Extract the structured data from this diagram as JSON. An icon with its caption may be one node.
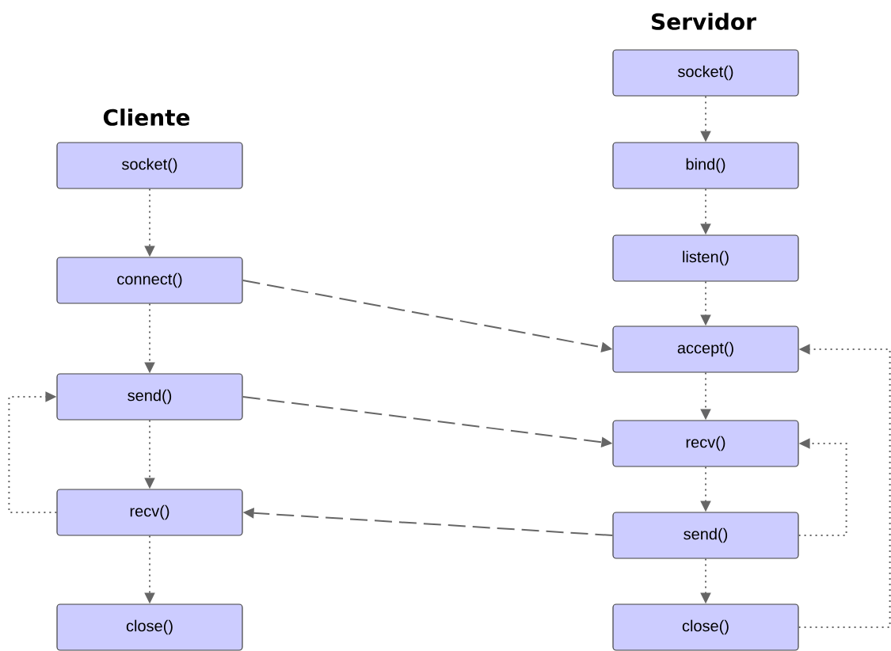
{
  "diagram": {
    "nodes": [
      {
        "text": [
          "socket()"
        ]
      },
      {
        "text": [
          "connect()"
        ]
      },
      {
        "text": [
          "send()"
        ]
      },
      {
        "text": [
          "recv()"
        ]
      },
      {
        "text": [
          "close()"
        ]
      },
      {
        "text": [
          "socket()"
        ]
      },
      {
        "text": [
          "bind()"
        ]
      },
      {
        "text": [
          "listen()"
        ]
      },
      {
        "text": [
          "accept()"
        ]
      },
      {
        "text": [
          "recv()"
        ]
      },
      {
        "text": [
          "send()"
        ]
      },
      {
        "text": [
          "close()"
        ]
      }
    ],
    "edges": [
      {
        "from": 0,
        "to": 1,
        "arrow": "to"
      },
      {
        "from": 1,
        "to": 2,
        "arrow": "to"
      },
      {
        "from": 2,
        "to": 3,
        "arrow": "to"
      },
      {
        "from": 3,
        "to": 4,
        "arrow": "to"
      },
      {
        "from": 3,
        "to": 2,
        "arrow": "to"
      },
      {
        "from": 5,
        "to": 6,
        "arrow": "to"
      },
      {
        "from": 6,
        "to": 7,
        "arrow": "to"
      },
      {
        "from": 7,
        "to": 8,
        "arrow": "to"
      },
      {
        "from": 8,
        "to": 9,
        "arrow": "to"
      },
      {
        "from": 9,
        "to": 10,
        "arrow": "to"
      },
      {
        "from": 10,
        "to": 11,
        "arrow": "to"
      },
      {
        "from": 10,
        "to": 9,
        "arrow": "to"
      },
      {
        "from": 11,
        "to": 8,
        "arrow": "to"
      },
      {
        "from": 1,
        "to": 8,
        "arrow": "to",
        "style": "dashed"
      },
      {
        "from": 2,
        "to": 9,
        "arrow": "to",
        "style": "dashed"
      },
      {
        "from": 10,
        "to": 3,
        "arrow": "to",
        "style": "dashed"
      }
    ],
    "labels": [
      "Servidor",
      "Cliente"
    ]
  }
}
